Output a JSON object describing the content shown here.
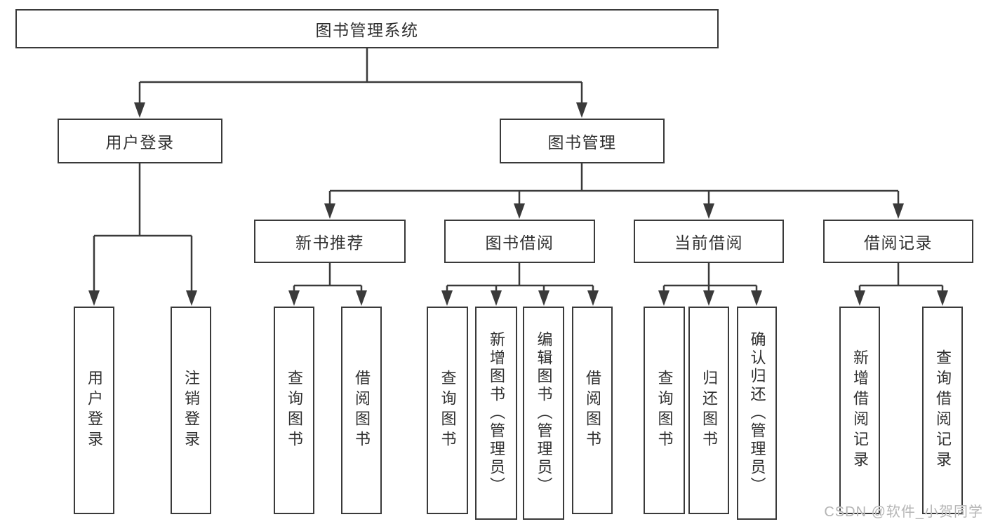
{
  "nodes": {
    "root": {
      "label": "图书管理系统"
    },
    "level2": [
      {
        "label": "用户登录"
      },
      {
        "label": "图书管理"
      }
    ],
    "level3": [
      {
        "label": "新书推荐"
      },
      {
        "label": "图书借阅"
      },
      {
        "label": "当前借阅"
      },
      {
        "label": "借阅记录"
      }
    ],
    "leaves": {
      "user": [
        {
          "label": "用户登录"
        },
        {
          "label": "注销登录"
        }
      ],
      "recommend": [
        {
          "label": "查询图书"
        },
        {
          "label": "借阅图书"
        }
      ],
      "borrow": [
        {
          "label": "查询图书"
        },
        {
          "label": "新增图书（管理员）"
        },
        {
          "label": "编辑图书（管理员）"
        },
        {
          "label": "借阅图书"
        }
      ],
      "current": [
        {
          "label": "查询图书"
        },
        {
          "label": "归还图书"
        },
        {
          "label": "确认归还（管理员）"
        }
      ],
      "records": [
        {
          "label": "新增借阅记录"
        },
        {
          "label": "查询借阅记录"
        }
      ]
    }
  },
  "watermark": {
    "text": "CSDN @软件_小贺同学"
  },
  "colors": {
    "line": "#3a3a3a",
    "text": "#2f2f2f",
    "watermark": "#b5b5b5",
    "background": "#ffffff"
  }
}
